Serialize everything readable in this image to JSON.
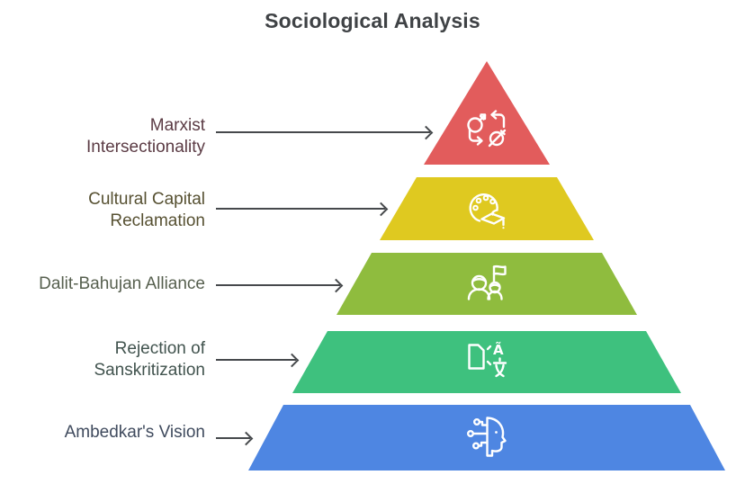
{
  "title": "Sociological Analysis",
  "title_color": "#3F4245",
  "arrow_color": "#46494C",
  "background_color": "#FFFFFF",
  "pyramid": {
    "type": "pyramid-diagram",
    "level_count": 5,
    "levels": [
      {
        "rank": 1,
        "label": "Marxist Intersectionality",
        "band_color": "#E25C5C",
        "label_color": "#5B3B44",
        "icon": "gender-diversity-icon"
      },
      {
        "rank": 2,
        "label": "Cultural Capital Reclamation",
        "band_color": "#DFC920",
        "label_color": "#575132",
        "icon": "palette-graduation-cap-icon"
      },
      {
        "rank": 3,
        "label": "Dalit-Bahujan Alliance",
        "band_color": "#8FBC3E",
        "label_color": "#57604F",
        "icon": "people-with-flag-icon"
      },
      {
        "rank": 4,
        "label": "Rejection of Sanskritization",
        "band_color": "#3EC17E",
        "label_color": "#41534E",
        "icon": "translation-icon"
      },
      {
        "rank": 5,
        "label": "Ambedkar's Vision",
        "band_color": "#4E86E2",
        "label_color": "#404B5E",
        "icon": "ai-head-circuit-icon"
      }
    ]
  }
}
